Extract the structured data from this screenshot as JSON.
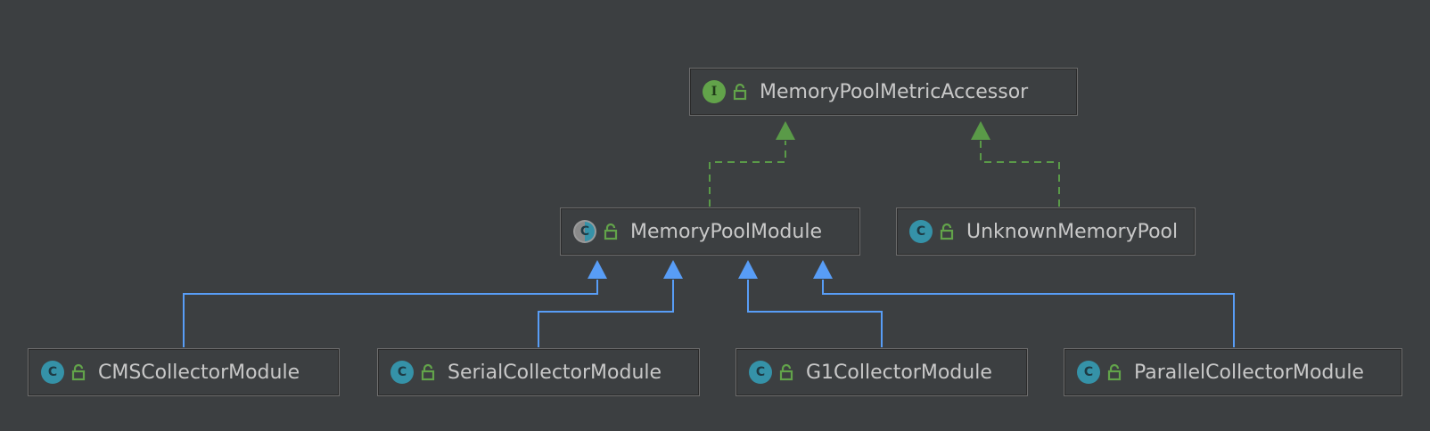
{
  "colors": {
    "background": "#3c3f41",
    "implements_edge": "#5a9a48",
    "extends_edge": "#589df6",
    "node_border": "#6c6c6c",
    "label_text": "#c8c8c8",
    "class_badge": "#3592a8",
    "interface_badge": "#62a34a",
    "lock_icon": "#62a34a"
  },
  "nodes": [
    {
      "id": "memorypoolmetricaccessor",
      "kind": "interface",
      "badge_letter": "I",
      "icon": "interface-icon",
      "label": "MemoryPoolMetricAccessor"
    },
    {
      "id": "memorypoolmodule",
      "kind": "abstract",
      "badge_letter": "C",
      "icon": "abstract-class-icon",
      "label": "MemoryPoolModule"
    },
    {
      "id": "unknownmemorypool",
      "kind": "class",
      "badge_letter": "C",
      "icon": "class-icon",
      "label": "UnknownMemoryPool"
    },
    {
      "id": "cmscollectormodule",
      "kind": "class",
      "badge_letter": "C",
      "icon": "class-icon",
      "label": "CMSCollectorModule"
    },
    {
      "id": "serialcollectormodule",
      "kind": "class",
      "badge_letter": "C",
      "icon": "class-icon",
      "label": "SerialCollectorModule"
    },
    {
      "id": "g1collectormodule",
      "kind": "class",
      "badge_letter": "C",
      "icon": "class-icon",
      "label": "G1CollectorModule"
    },
    {
      "id": "parallelcollectormodule",
      "kind": "class",
      "badge_letter": "C",
      "icon": "class-icon",
      "label": "ParallelCollectorModule"
    }
  ],
  "edges": [
    {
      "from": "memorypoolmodule",
      "to": "memorypoolmetricaccessor",
      "type": "implements"
    },
    {
      "from": "unknownmemorypool",
      "to": "memorypoolmetricaccessor",
      "type": "implements"
    },
    {
      "from": "cmscollectormodule",
      "to": "memorypoolmodule",
      "type": "extends"
    },
    {
      "from": "serialcollectormodule",
      "to": "memorypoolmodule",
      "type": "extends"
    },
    {
      "from": "g1collectormodule",
      "to": "memorypoolmodule",
      "type": "extends"
    },
    {
      "from": "parallelcollectormodule",
      "to": "memorypoolmodule",
      "type": "extends"
    }
  ]
}
